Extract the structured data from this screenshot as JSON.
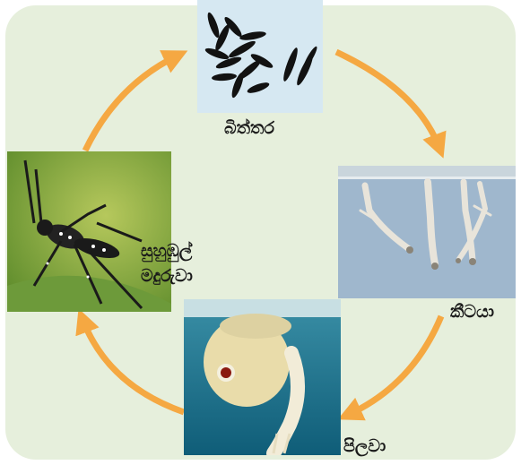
{
  "diagram": {
    "stages": [
      {
        "id": "egg",
        "label": "බිත්තර"
      },
      {
        "id": "larva",
        "label": "කීටයා"
      },
      {
        "id": "pupa",
        "label": "පිලවා"
      },
      {
        "id": "adult",
        "label_line1": "සුහුඹුල්",
        "label_line2": "මදුරුවා"
      }
    ],
    "colors": {
      "arrow": "#f5a842",
      "background": "#e6efdc"
    }
  }
}
